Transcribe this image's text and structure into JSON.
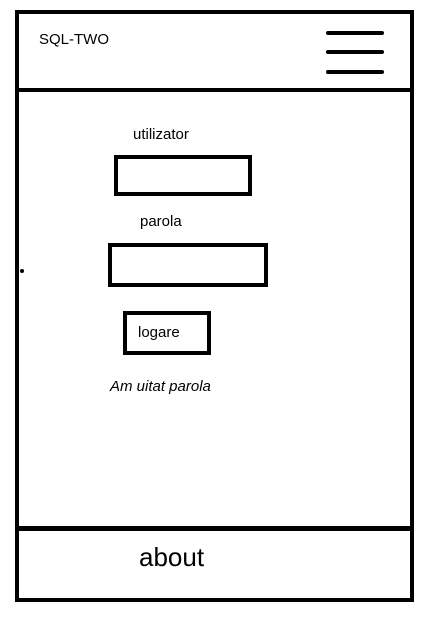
{
  "header": {
    "title": "SQL-TWO",
    "menu_icon": "hamburger-icon"
  },
  "login_form": {
    "username_label": "utilizator",
    "username_value": "",
    "password_label": "parola",
    "password_value": "",
    "submit_label": "logare",
    "forgot_password_link": "Am uitat parola"
  },
  "footer": {
    "about_link": "about"
  }
}
